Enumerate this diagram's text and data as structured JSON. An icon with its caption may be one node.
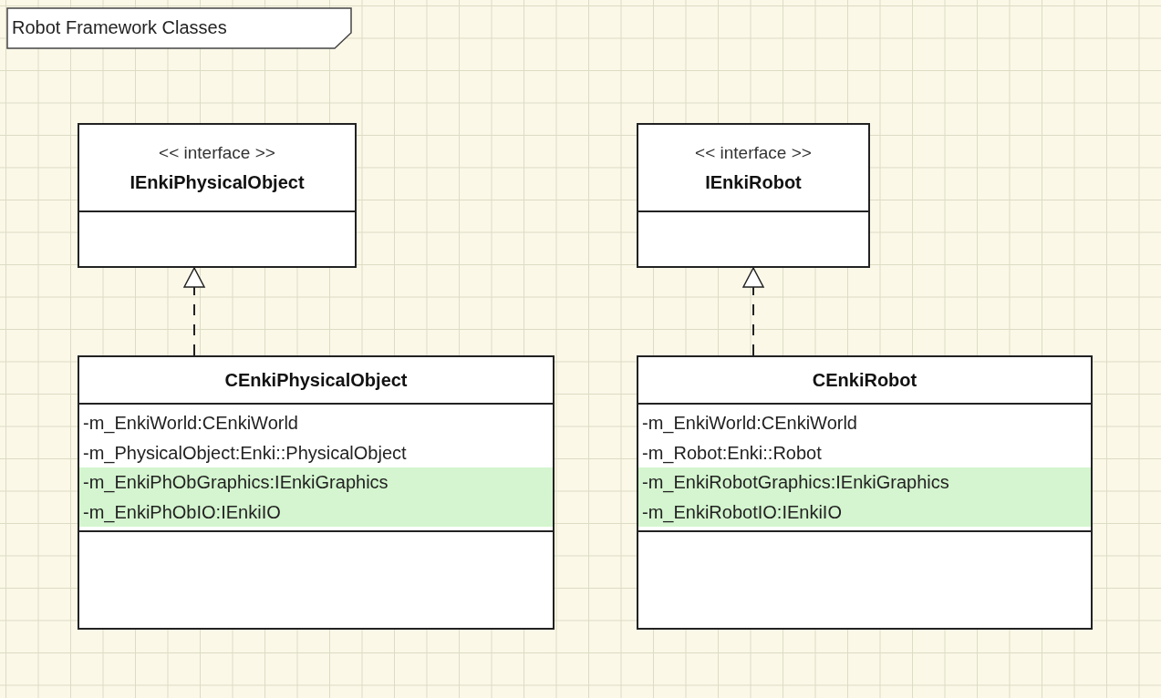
{
  "diagram": {
    "title": "Robot Framework Classes",
    "nodes": [
      {
        "text": [
          "<< interface >>",
          "IEnkiPhysicalObject"
        ]
      },
      {
        "text": [
          "<< interface >>",
          "IEnkiRobot"
        ]
      },
      {
        "text": [
          "CEnkiPhysicalObject",
          "-m_EnkiWorld:CEnkiWorld",
          "-m_PhysicalObject:Enki::PhysicalObject",
          "-m_EnkiPhObGraphics:IEnkiGraphics",
          "-m_EnkiPhObIO:IEnkiIO"
        ]
      },
      {
        "text": [
          "CEnkiRobot",
          "-m_EnkiWorld:CEnkiWorld",
          "-m_Robot:Enki::Robot",
          "-m_EnkiRobotGraphics:IEnkiGraphics",
          "-m_EnkiRobotIO:IEnkiIO"
        ]
      }
    ],
    "edges": [
      {
        "from": 2,
        "to": 0,
        "arrow": "to",
        "style": "dashed"
      },
      {
        "from": 3,
        "to": 1,
        "arrow": "to",
        "style": "dashed"
      }
    ]
  }
}
